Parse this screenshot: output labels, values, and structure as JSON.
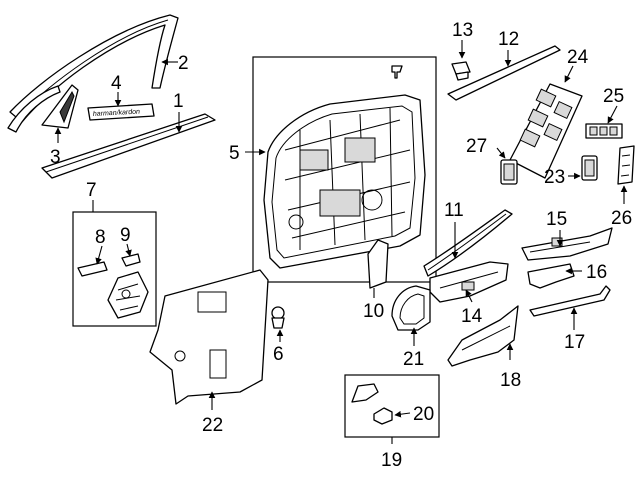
{
  "callouts": {
    "c1": "1",
    "c2": "2",
    "c3": "3",
    "c4": "4",
    "c5": "5",
    "c6": "6",
    "c7": "7",
    "c8": "8",
    "c9": "9",
    "c10": "10",
    "c11": "11",
    "c12": "12",
    "c13": "13",
    "c14": "14",
    "c15": "15",
    "c16": "16",
    "c17": "17",
    "c18": "18",
    "c19": "19",
    "c20": "20",
    "c21": "21",
    "c22": "22",
    "c23": "23",
    "c24": "24",
    "c25": "25",
    "c26": "26",
    "c27": "27"
  },
  "emblem_text": "harman/kardon"
}
